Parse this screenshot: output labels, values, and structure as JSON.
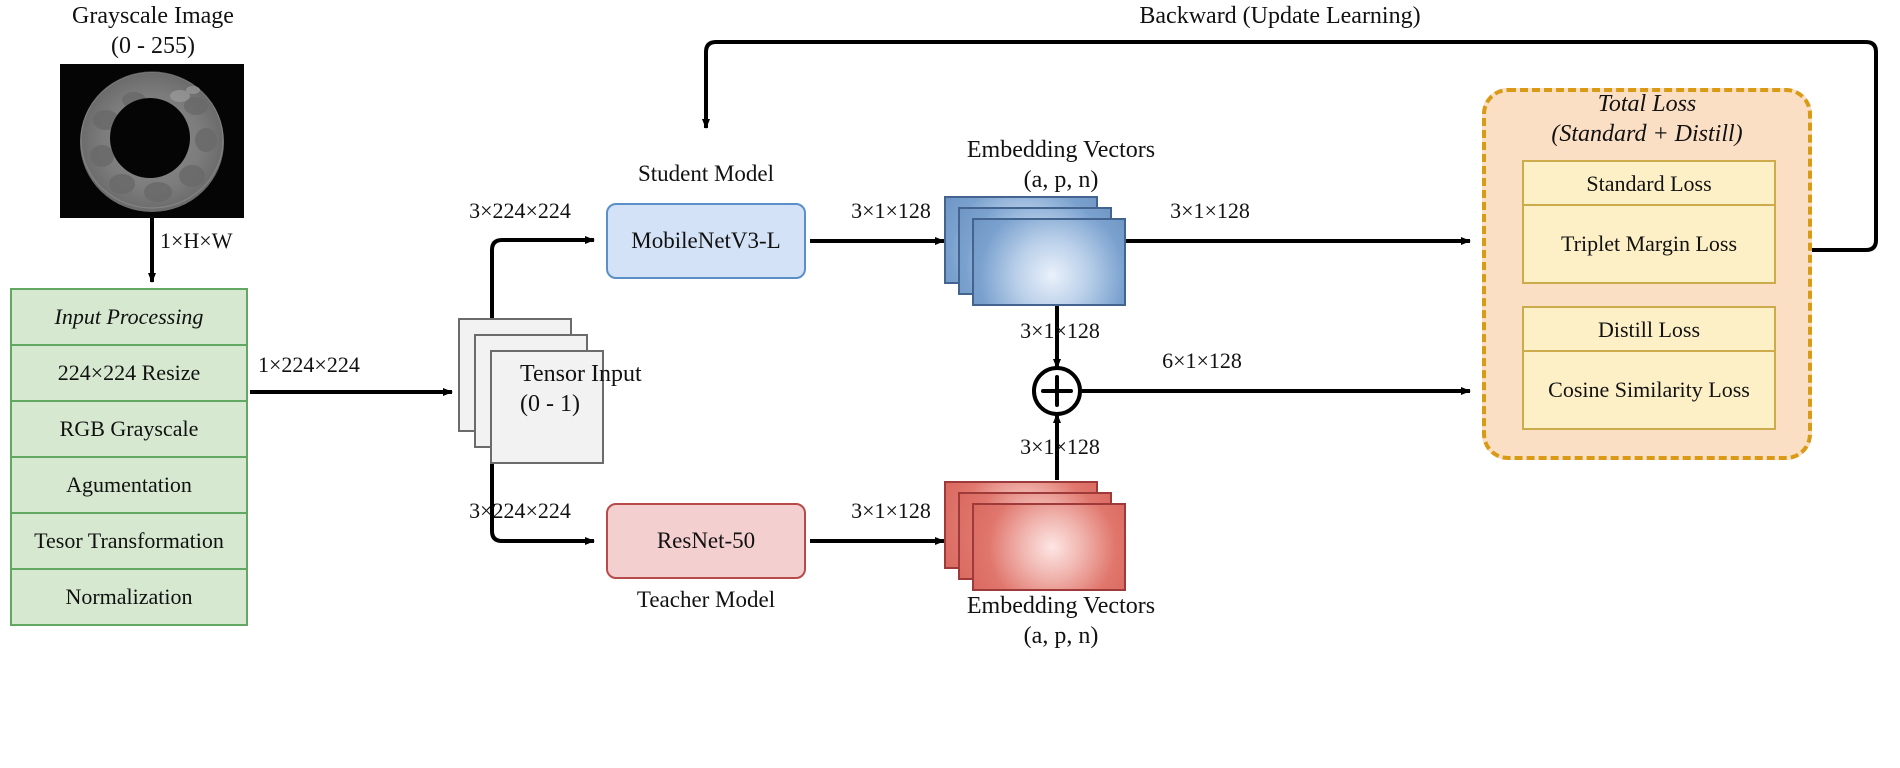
{
  "diagram": {
    "title": "Knowledge distillation iris recognition pipeline",
    "colors": {
      "green_fill": "#d6e9d0",
      "green_stroke": "#62a862",
      "student_fill": "#d3e2f6",
      "student_stroke": "#5b8fc7",
      "teacher_fill": "#f4cfcf",
      "teacher_stroke": "#b84a4a",
      "loss_panel_fill": "#fbdfc4",
      "loss_panel_stroke": "#d99a16",
      "loss_card_fill": "#fdf0c6",
      "loss_card_stroke": "#ccab4a",
      "arrow": "#000000"
    }
  },
  "input": {
    "title_line1": "Grayscale Image",
    "title_line2": "(0 - 255)",
    "image_alt": "iris-grayscale-image",
    "arrow_label": "1×H×W"
  },
  "preprocess": {
    "header": "Input Processing",
    "steps": [
      "224×224 Resize",
      "RGB Grayscale",
      "Agumentation",
      "Tesor Transformation",
      "Normalization"
    ],
    "out_label": "1×224×224"
  },
  "tensor": {
    "title_line1": "Tensor Input",
    "title_line2": "(0 - 1)"
  },
  "student": {
    "caption": "Student Model",
    "model": "MobileNetV3-L",
    "in_label": "3×224×224",
    "out_label": "3×1×128"
  },
  "teacher": {
    "caption": "Teacher Model",
    "model": "ResNet-50",
    "in_label": "3×224×224",
    "out_label": "3×1×128"
  },
  "student_embedding": {
    "title_line1": "Embedding Vectors",
    "title_line2": "(a, p, n)",
    "to_loss_label": "3×1×128",
    "to_sum_label": "3×1×128"
  },
  "teacher_embedding": {
    "title_line1": "Embedding Vectors",
    "title_line2": "(a, p, n)",
    "to_sum_label": "3×1×128"
  },
  "sum_node": {
    "symbol": "+",
    "out_label": "6×1×128"
  },
  "loss": {
    "title_line1": "Total Loss",
    "title_line2": "(Standard + Distill)",
    "groups": [
      {
        "heading": "Standard Loss",
        "body": "Triplet Margin\nLoss"
      },
      {
        "heading": "Distill Loss",
        "body": "Cosine Similarity\nLoss"
      }
    ]
  },
  "backward": {
    "label": "Backward (Update Learning)"
  }
}
